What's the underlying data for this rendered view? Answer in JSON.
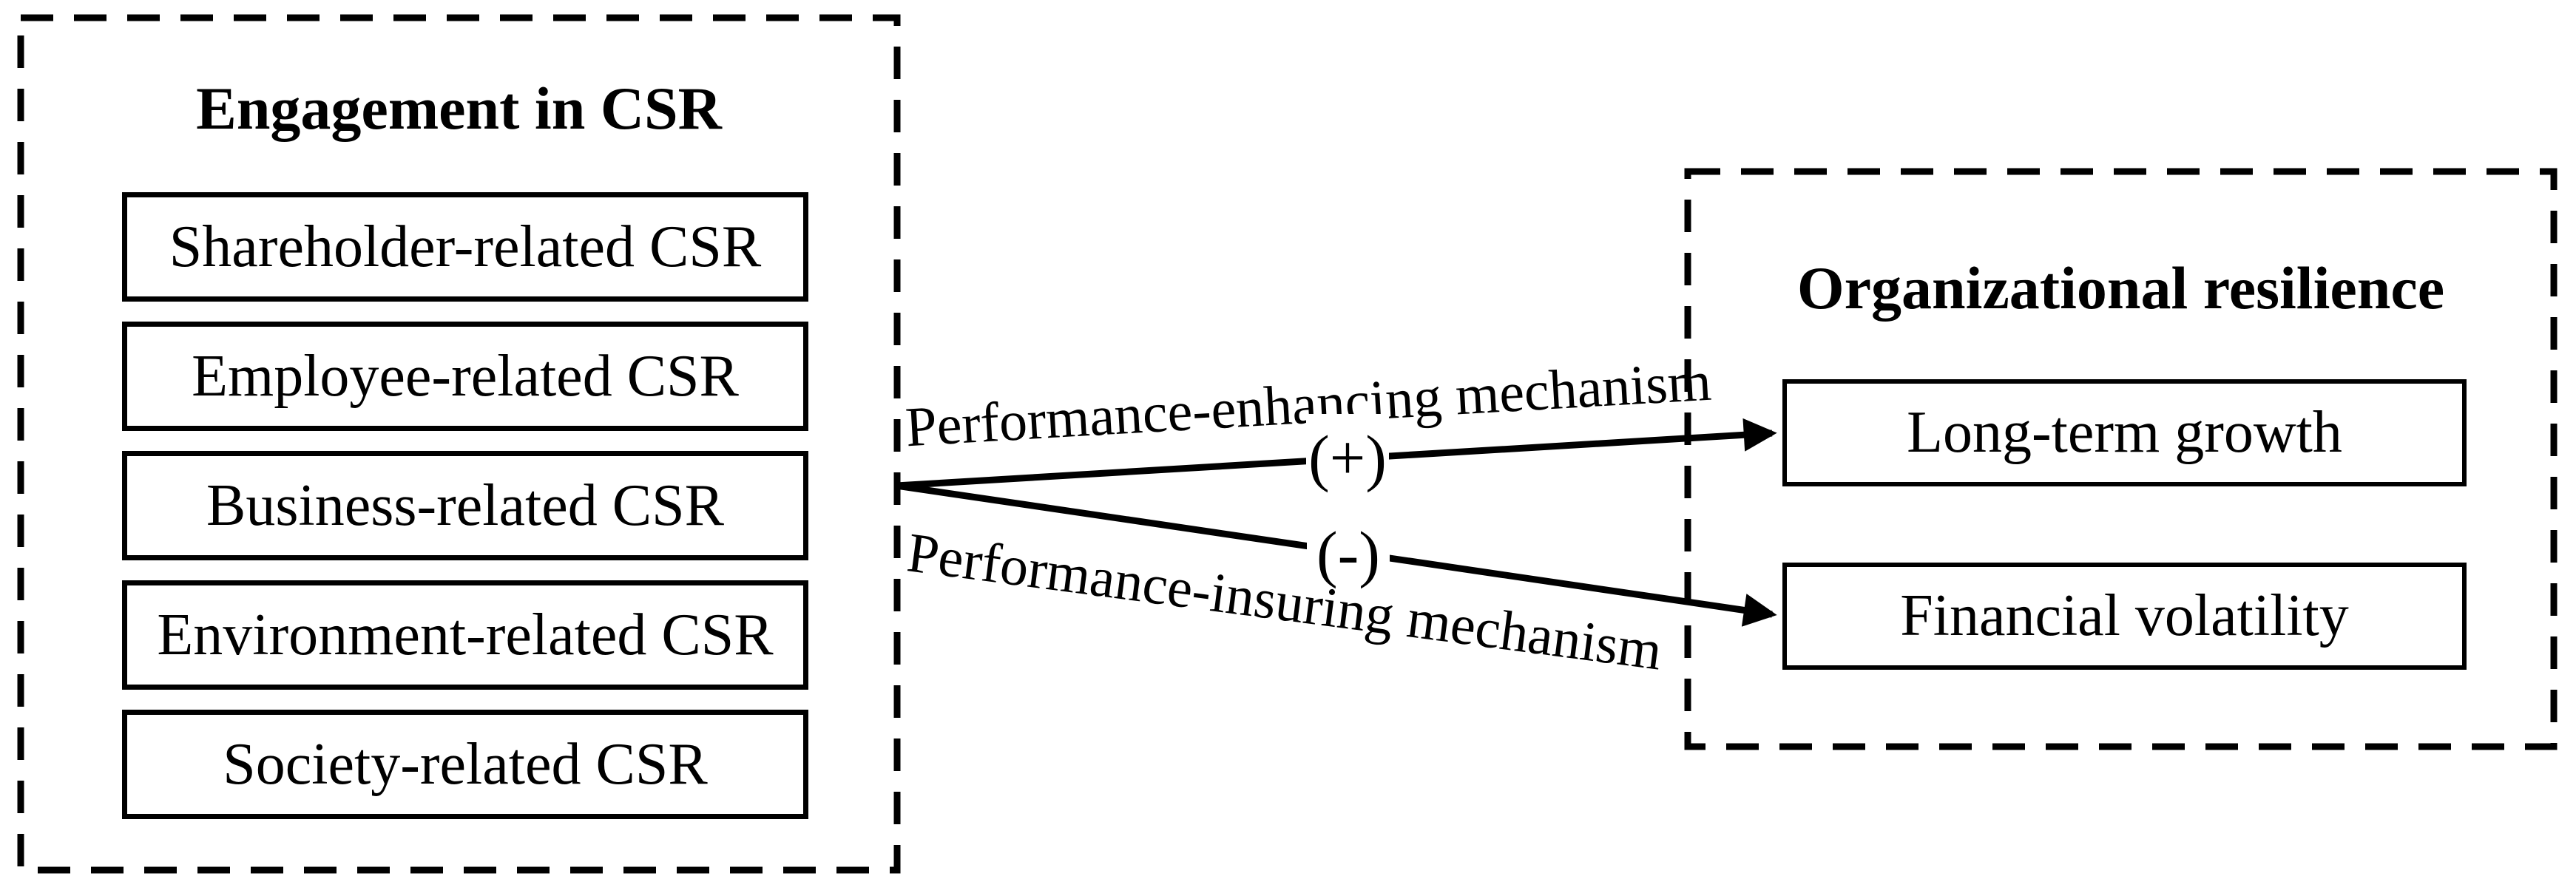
{
  "figure": {
    "left_panel": {
      "title": "Engagement in CSR",
      "items": [
        "Shareholder-related CSR",
        "Employee-related CSR",
        "Business-related CSR",
        "Environment-related CSR",
        "Society-related CSR"
      ]
    },
    "right_panel": {
      "title": "Organizational resilience",
      "items": [
        "Long-term growth",
        "Financial volatility"
      ]
    },
    "mechanisms": {
      "enhancing": {
        "label": "Performance-enhancing mechanism",
        "sign": "(+)"
      },
      "insuring": {
        "label": "Performance-insuring mechanism",
        "sign": "(-)"
      }
    },
    "colors": {
      "ink": "#000000",
      "background": "#ffffff"
    }
  }
}
